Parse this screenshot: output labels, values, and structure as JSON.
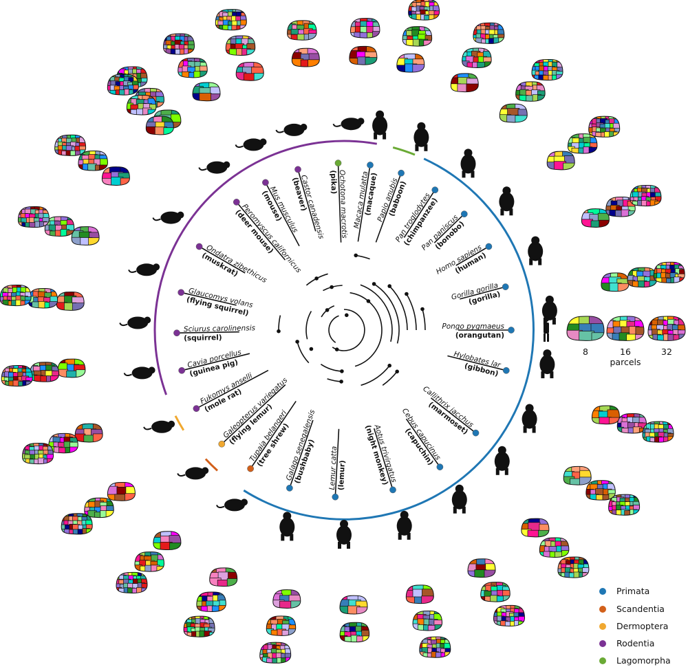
{
  "species": [
    {
      "sci": "Peromyscus californicus",
      "common": "(deer mouse)",
      "order": "Rodentia"
    },
    {
      "sci": "Mus musculus",
      "common": "(mouse)",
      "order": "Rodentia"
    },
    {
      "sci": "Castor canadensis",
      "common": "(beaver)",
      "order": "Rodentia"
    },
    {
      "sci": "Ochotona macrotis",
      "common": "(pika)",
      "order": "Lagomorpha"
    },
    {
      "sci": "Macaca mulatta",
      "common": "(macaque)",
      "order": "Primata"
    },
    {
      "sci": "Papio anubis",
      "common": "(baboon)",
      "order": "Primata"
    },
    {
      "sci": "Pan troglodytes",
      "common": "(chimpanzee)",
      "order": "Primata"
    },
    {
      "sci": "Pan paniscus",
      "common": "(bonobo)",
      "order": "Primata"
    },
    {
      "sci": "Homo sapiens",
      "common": "(human)",
      "order": "Primata"
    },
    {
      "sci": "Gorilla gorilla",
      "common": "(gorilla)",
      "order": "Primata"
    },
    {
      "sci": "Pongo pygmaeus",
      "common": "(orangutan)",
      "order": "Primata"
    },
    {
      "sci": "Hylobates lar",
      "common": "(gibbon)",
      "order": "Primata"
    },
    {
      "sci": "Callithrix jacchus",
      "common": "(marmoset)",
      "order": "Primata"
    },
    {
      "sci": "Cebus capucinus",
      "common": "(capuchin)",
      "order": "Primata"
    },
    {
      "sci": "Aotus trivirgatus",
      "common": "(night monkey)",
      "order": "Primata"
    },
    {
      "sci": "Lemur catta",
      "common": "(lemur)",
      "order": "Primata"
    },
    {
      "sci": "Galago senegalensis",
      "common": "(bushbaby)",
      "order": "Primata"
    },
    {
      "sci": "Tupaia belangeri",
      "common": "(tree shrew)",
      "order": "Scandentia"
    },
    {
      "sci": "Galeopterus variegatus",
      "common": "(flying lemur)",
      "order": "Dermoptera"
    },
    {
      "sci": "Fukomys anselli",
      "common": "(mole rat)",
      "order": "Rodentia"
    },
    {
      "sci": "Cavia porcellus",
      "common": "(guinea pig)",
      "order": "Rodentia"
    },
    {
      "sci": "Sciurus carolinensis",
      "common": "(squirrel)",
      "order": "Rodentia"
    },
    {
      "sci": "Glaucomys volans",
      "common": "(flying squirrel)",
      "order": "Rodentia"
    },
    {
      "sci": "Ondatra zibethicus",
      "common": "(muskrat)",
      "order": "Rodentia"
    }
  ],
  "legend": [
    {
      "label": "Primata",
      "color": "#1f77b4"
    },
    {
      "label": "Scandentia",
      "color": "#d2601a"
    },
    {
      "label": "Dermoptera",
      "color": "#f0a830"
    },
    {
      "label": "Rodentia",
      "color": "#7b3294"
    },
    {
      "label": "Lagomorpha",
      "color": "#6aaa35"
    }
  ],
  "parcel_scale": {
    "values": [
      "8",
      "16",
      "32"
    ],
    "label": "parcels"
  },
  "palette": [
    "#e41a1c",
    "#377eb8",
    "#4daf4a",
    "#984ea3",
    "#ff7f00",
    "#ffff33",
    "#a65628",
    "#f781bf",
    "#66c2a5",
    "#fc8d62",
    "#8da0cb",
    "#e78ac3",
    "#a6d854",
    "#ffd92f",
    "#1b9e77",
    "#d95f02",
    "#7570b3",
    "#e7298a",
    "#00ced1",
    "#ff00ff",
    "#7fff00",
    "#1e90ff",
    "#ff1493",
    "#00fa9a",
    "#9370db",
    "#40e0d0",
    "#ff6347",
    "#20b2aa",
    "#da70d6",
    "#00008b",
    "#8b0000",
    "#228b22",
    "#c0c0ff",
    "#ffa07a",
    "#98fb98",
    "#dda0dd"
  ]
}
